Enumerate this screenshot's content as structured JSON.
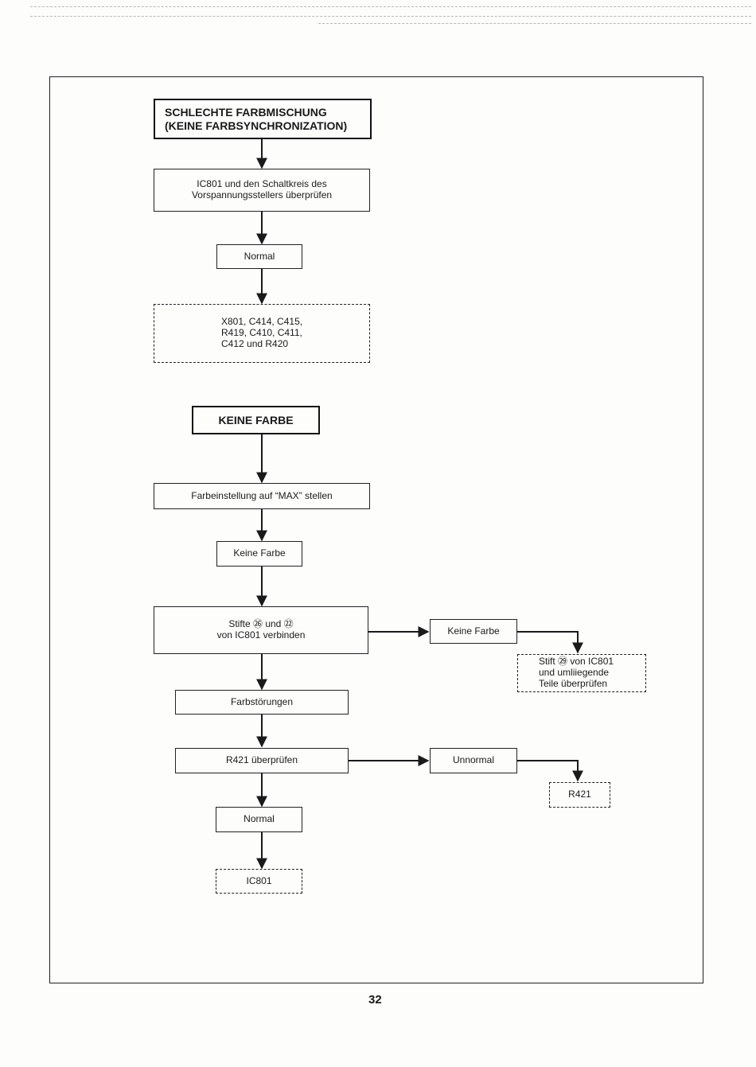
{
  "page_number": "32",
  "chart1": {
    "title": "SCHLECHTE FARBMISCHUNG\n(KEINE FARBSYNCHRONIZATION)",
    "step1": "IC801 und den Schaltkreis des\nVorspannungsstellers überprüfen",
    "result1": "Normal",
    "check": "X801, C414, C415,\nR419, C410, C411,\nC412 und R420"
  },
  "chart2": {
    "title": "KEINE FARBE",
    "step1": "Farbeinstellung auf “MAX” stellen",
    "result1": "Keine Farbe",
    "step2": "Stifte ㉖ und ㉒\nvon IC801 verbinden",
    "branch1_result": "Keine Farbe",
    "branch1_check": "Stift ㉙ von IC801\nund umliiegende\nTeile überprüfen",
    "result2": "Farbstörungen",
    "step3": "R421 überprüfen",
    "branch2_result": "Unnormal",
    "branch2_check": "R421",
    "result3": "Normal",
    "final_check": "IC801"
  }
}
